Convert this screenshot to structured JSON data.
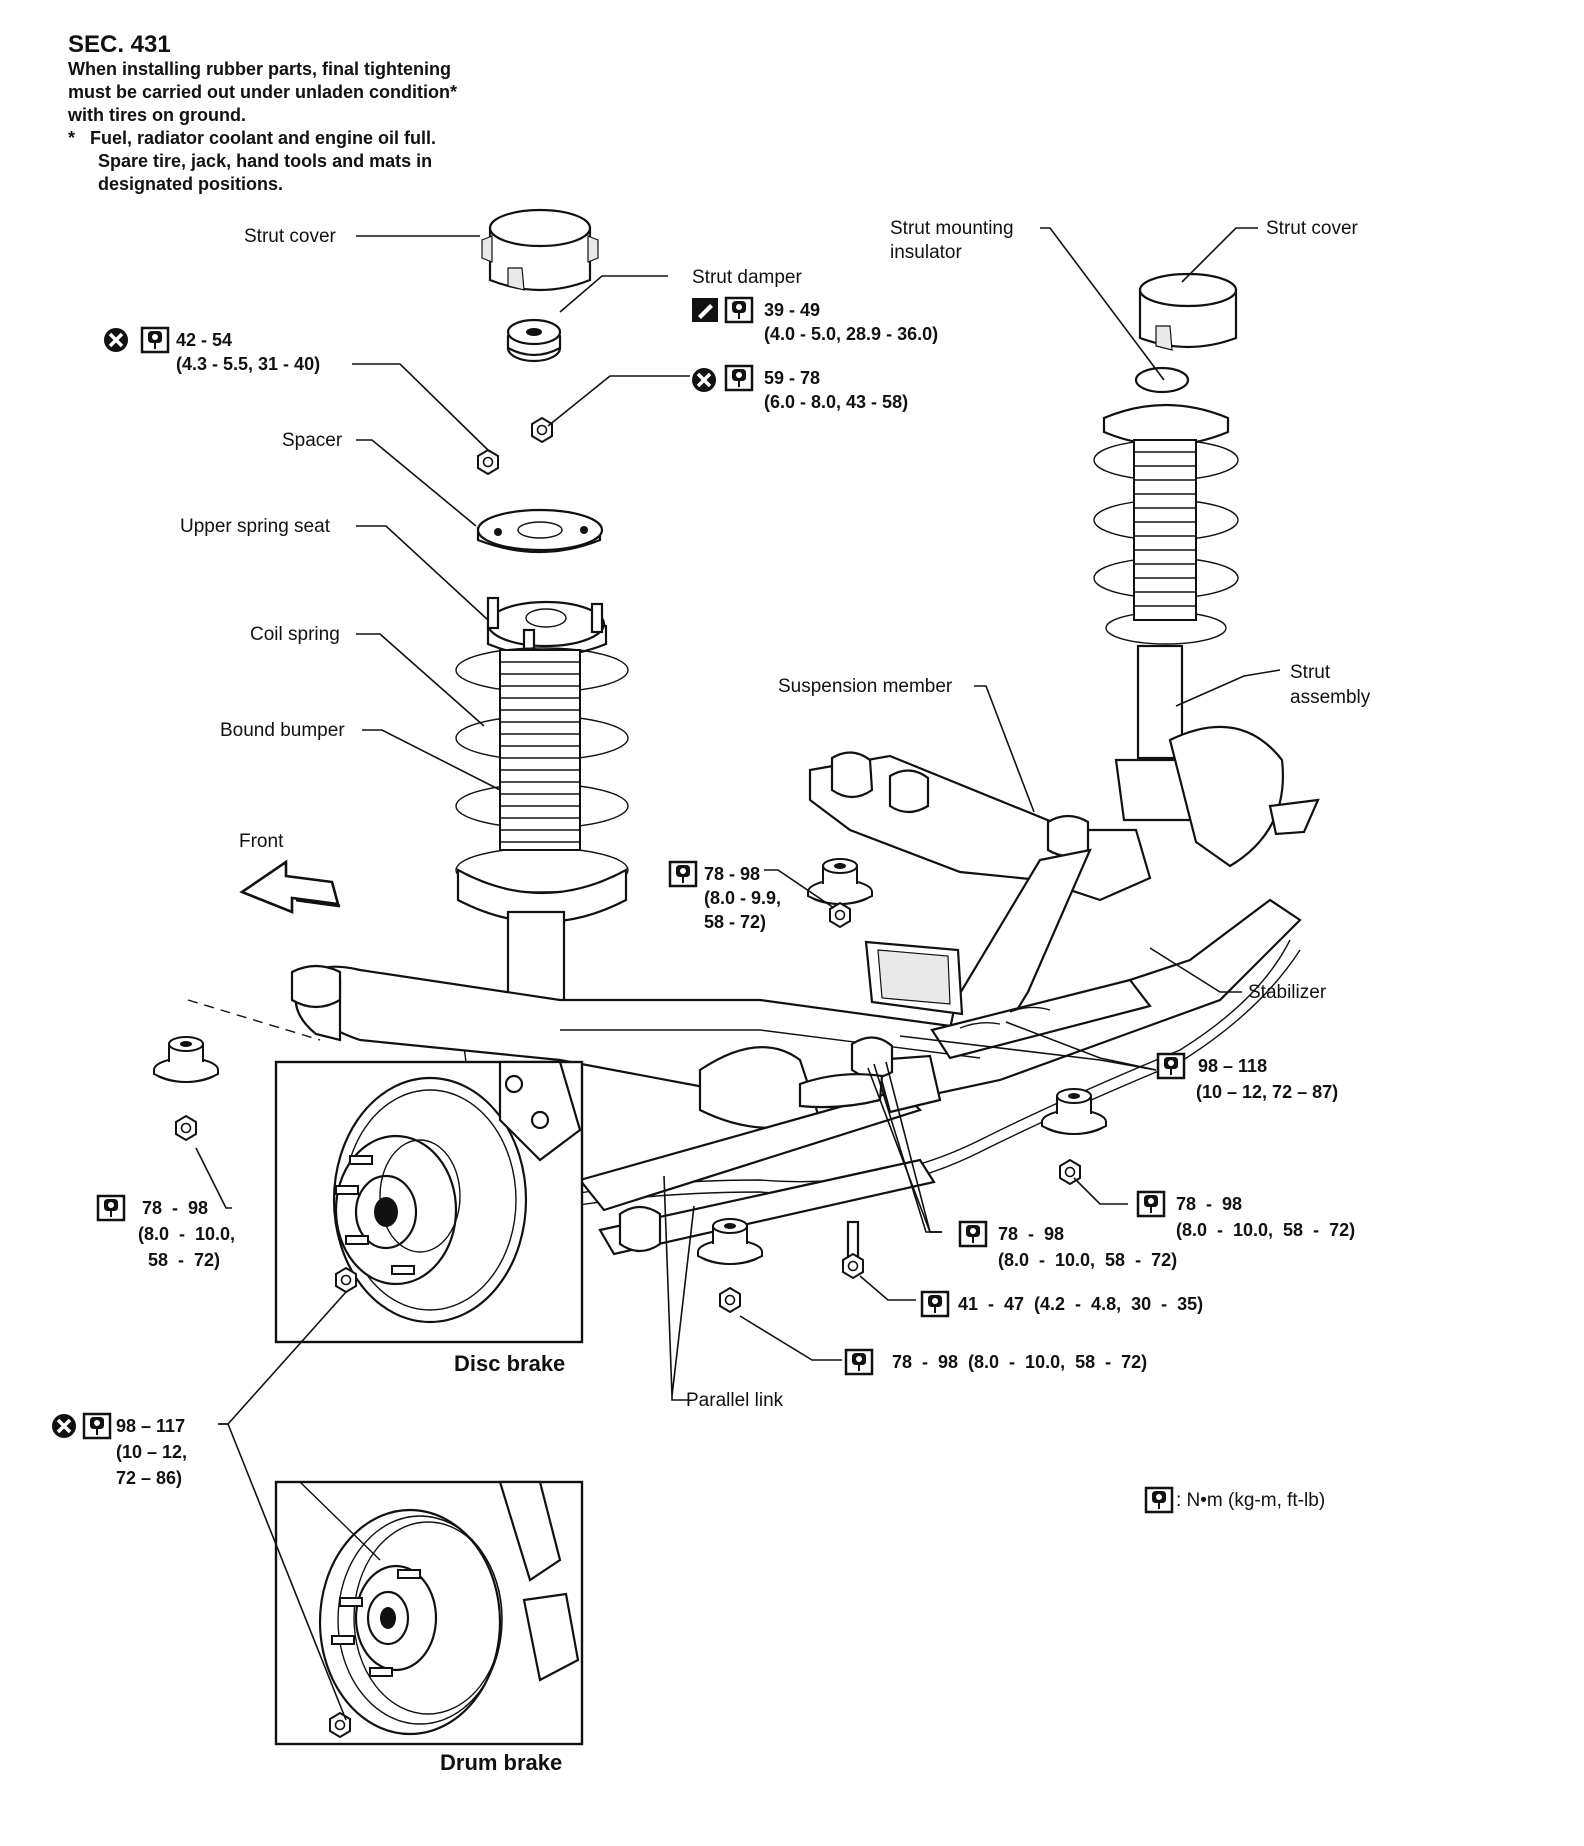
{
  "header": {
    "section": "SEC. 431",
    "notes": [
      "When installing rubber parts, final tightening",
      "must be carried out under unladen condition*",
      "with tires on ground.",
      "*   Fuel, radiator coolant and engine oil full.",
      "Spare tire, jack, hand tools and mats in",
      "designated positions."
    ]
  },
  "labels": {
    "strut_cover_left": "Strut cover",
    "strut_damper": "Strut damper",
    "strut_mounting_insulator_1": "Strut mounting",
    "strut_mounting_insulator_2": "insulator",
    "strut_cover_right": "Strut cover",
    "spacer": "Spacer",
    "upper_spring_seat": "Upper spring seat",
    "coil_spring": "Coil spring",
    "bound_bumper": "Bound bumper",
    "suspension_member": "Suspension member",
    "strut_assembly_1": "Strut",
    "strut_assembly_2": "assembly",
    "front": "Front",
    "stabilizer": "Stabilizer",
    "parallel_link": "Parallel link",
    "disc_brake": "Disc brake",
    "drum_brake": "Drum brake",
    "legend": ": N•m (kg-m, ft-lb)"
  },
  "torques": {
    "t42": {
      "line1": "42 - 54",
      "line2": "(4.3 - 5.5, 31 - 40)"
    },
    "t39": {
      "line1": "39 - 49",
      "line2": "(4.0 - 5.0, 28.9 - 36.0)"
    },
    "t59": {
      "line1": "59 - 78",
      "line2": "(6.0 - 8.0, 43 - 58)"
    },
    "t78a": {
      "line1": "78 - 98",
      "line2": "(8.0 - 9.9,",
      "line3": "58 - 72)"
    },
    "t98a": {
      "line1": "98 – 118",
      "line2": "(10 – 12, 72 – 87)"
    },
    "t78b": {
      "line1": "78  -  98",
      "line2": "(8.0  -  10.0,",
      "line3": "58  -  72)"
    },
    "t78c": {
      "line1": "78  -  98",
      "line2": "(8.0  -  10.0,  58  -  72)"
    },
    "t78d": {
      "line1": "78  -  98",
      "line2": "(8.0  -  10.0,  58  -  72)"
    },
    "t41": {
      "line1": "41  -  47  (4.2  -  4.8,  30  -  35)"
    },
    "t78e": {
      "line1": "78  -  98  (8.0  -  10.0,  58  -  72)"
    },
    "t98b": {
      "line1": "98 – 117",
      "line2": "(10 – 12,",
      "line3": "72 – 86)"
    }
  },
  "icons": [
    "torque-wrench-icon",
    "replace-x-icon",
    "lubricate-icon",
    "front-arrow-icon"
  ]
}
